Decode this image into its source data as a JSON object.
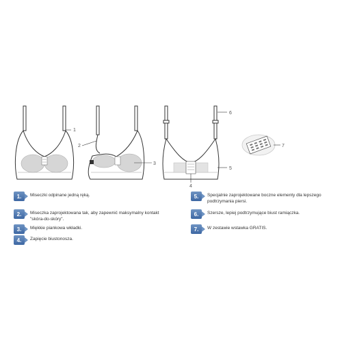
{
  "callouts": [
    "1",
    "2",
    "3",
    "4",
    "5",
    "6",
    "7"
  ],
  "legend": [
    {
      "number": "1.",
      "text": "Miseczki odpinane jedną ręką."
    },
    {
      "number": "2.",
      "text": "Miseczka zaprojektowana tak, aby zapewnić maksymalny kontakt \"skóra-do-skóry\"."
    },
    {
      "number": "3.",
      "text": "Miękkie piankowa wkładki."
    },
    {
      "number": "4.",
      "text": "Zapięcie biustonosza."
    },
    {
      "number": "5.",
      "text": "Specjalnie zaprojektowane boczne elementy dla lepszego podtrzymania piersi."
    },
    {
      "number": "6.",
      "text": "Szersze, lepiej podtrzymujące biust ramiączka."
    },
    {
      "number": "7.",
      "text": "W zestawie wstawka GRATIS."
    }
  ],
  "colors": {
    "badge": "#4a74ad",
    "line": "#333333",
    "pad": "#d6d6d6",
    "callout_line": "#8a2a3a"
  }
}
